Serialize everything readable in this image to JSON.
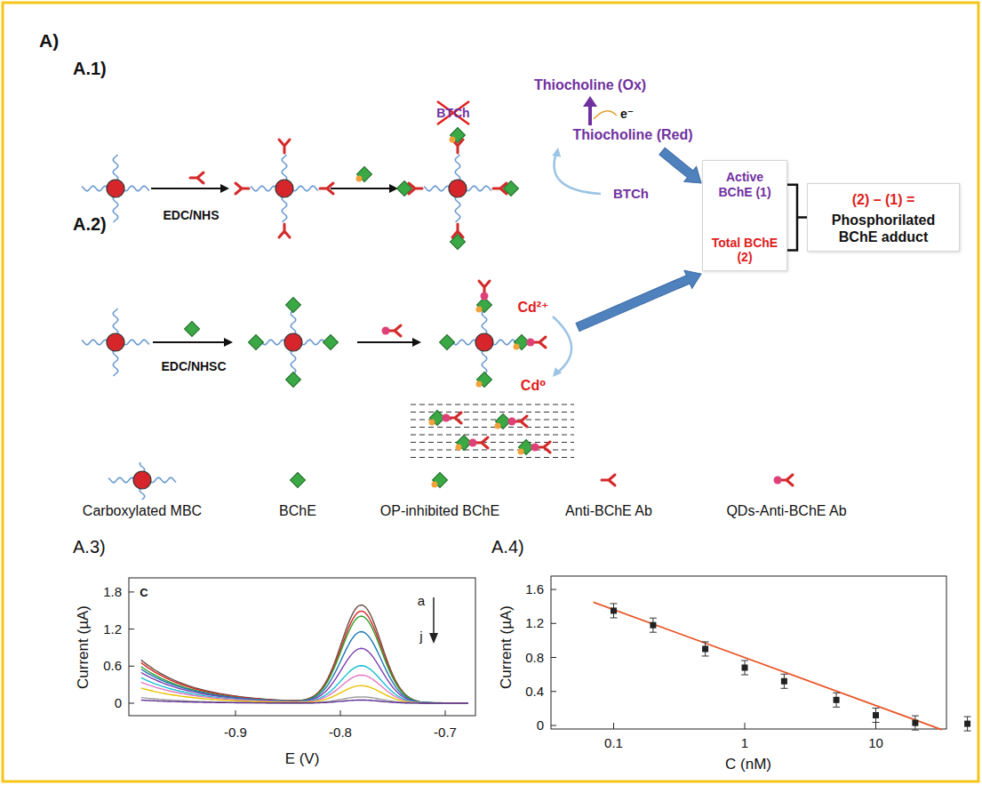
{
  "diagram": {
    "nodes": [
      {
        "text": [
          "Active BChE (1)",
          "Total BChE (2)"
        ]
      },
      {
        "text": [
          "(2) – (1) =",
          "Phosphorilated BChE adduct"
        ]
      }
    ],
    "edges": [
      {
        "from": 0,
        "to": 1,
        "arrow": "none"
      }
    ],
    "labels": [
      "A)",
      "A.1)",
      "A.2)",
      "EDC/NHS",
      "BTCh",
      "Thiocholine (Ox)",
      "e⁻",
      "Thiocholine (Red)",
      "BTCh",
      "EDC/NHSC",
      "Cd²⁺",
      "Cd⁰",
      "A.3)",
      "A.4)",
      "C",
      "a",
      "j",
      "Current (µA)",
      "1.8",
      "1.2",
      "0.6",
      "0",
      "-0.9",
      "-0.8",
      "-0.7",
      "E (V)",
      "Current (µA)",
      "1.6",
      "1.2",
      "0.8",
      "0.4",
      "0",
      "0.1",
      "1",
      "10",
      "C (nM)"
    ],
    "legend": [
      {
        "text": "Carboxylated MBC"
      },
      {
        "text": "BChE"
      },
      {
        "text": "OP-inhibited BChE"
      },
      {
        "text": "Anti-BChE Ab"
      },
      {
        "text": "QDs-Anti-BChE Ab"
      }
    ]
  }
}
